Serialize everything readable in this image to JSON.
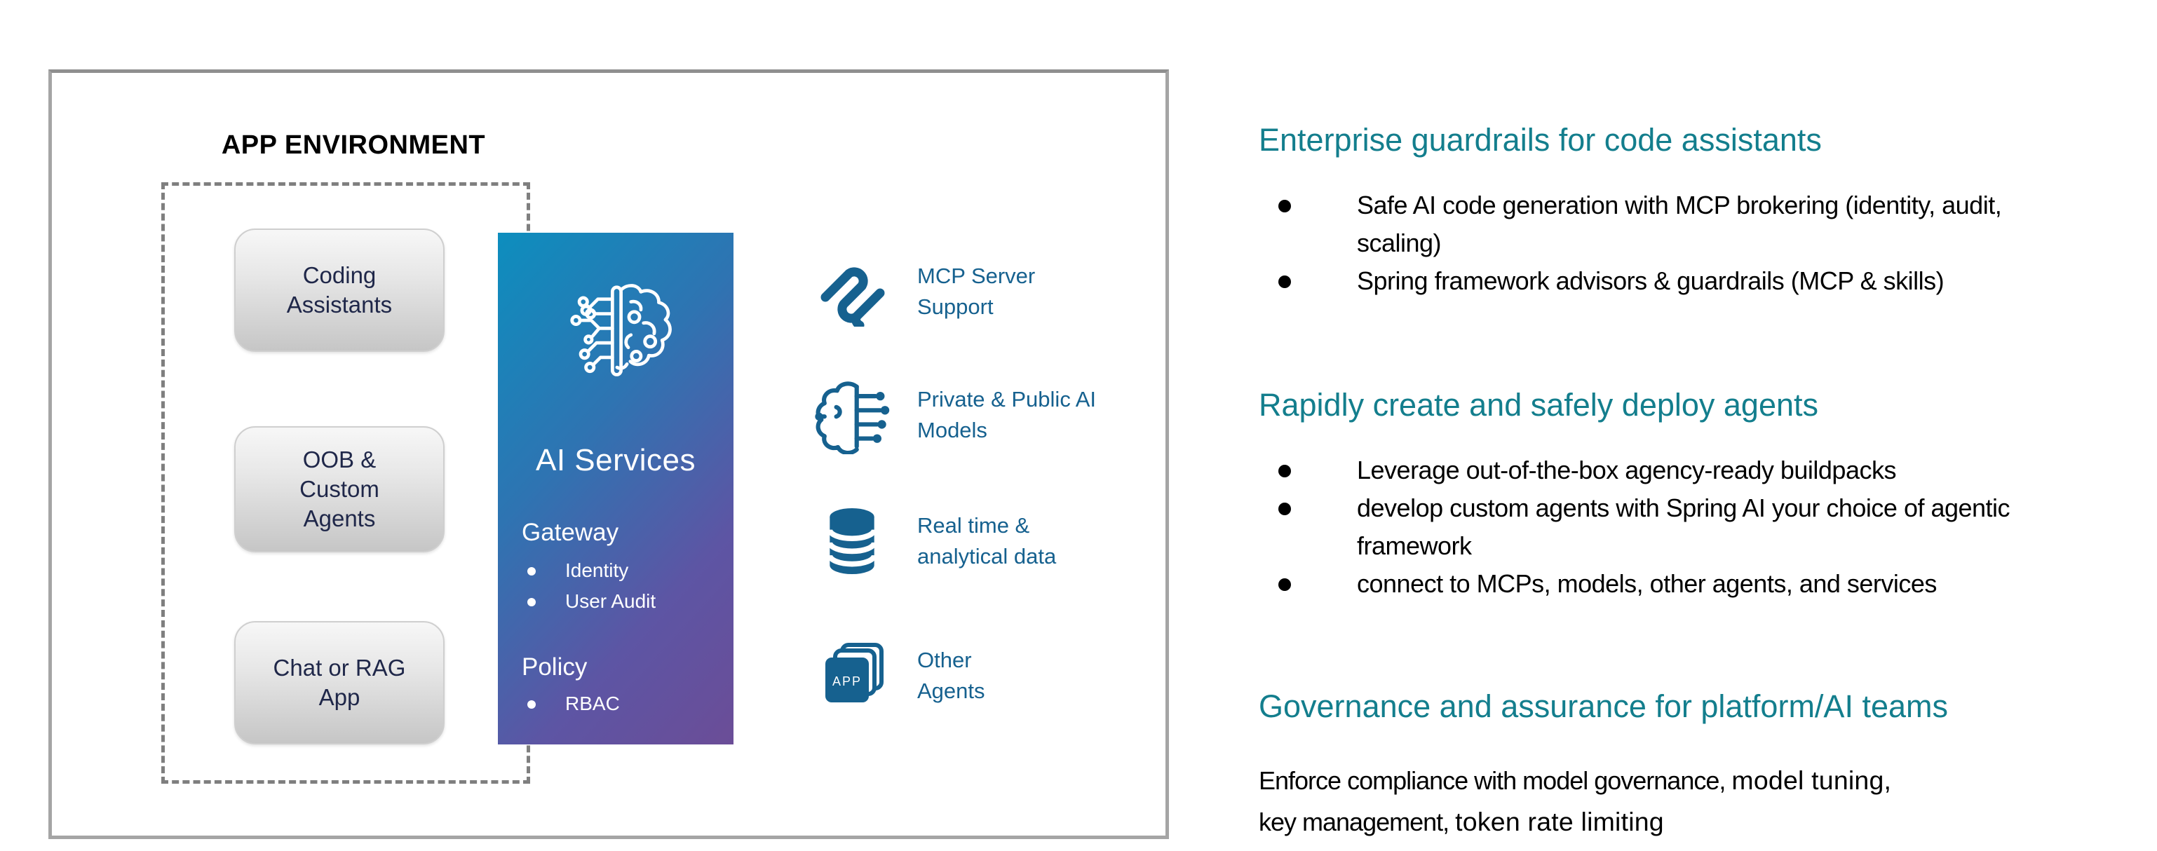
{
  "colors": {
    "heading_teal": "#137E8D",
    "icon_blue": "#16618F",
    "panel_gradient_start": "#0D8EBE",
    "panel_gradient_end": "#6B4D97",
    "box_text_navy": "#1F2749",
    "dashed_border_gray": "#7F7F7F",
    "card_border_gray": "#A5A5A5"
  },
  "diagram": {
    "app_environment": {
      "title": "APP ENVIRONMENT",
      "boxes": [
        "Coding\nAssistants",
        "OOB &\nCustom\nAgents",
        "Chat or RAG\nApp"
      ]
    },
    "ai_services": {
      "title": "AI Services",
      "icon": "brain-circuit-icon",
      "sections": [
        {
          "title": "Gateway",
          "items": [
            "Identity",
            "User Audit"
          ]
        },
        {
          "title": "Policy",
          "items": [
            "RBAC"
          ]
        }
      ]
    },
    "capabilities": [
      {
        "icon": "mcp-logo-icon",
        "label": "MCP Server\nSupport"
      },
      {
        "icon": "brain-models-icon",
        "label": "Private & Public AI\nModels"
      },
      {
        "icon": "database-icon",
        "label": "Real time &\nanalytical data"
      },
      {
        "icon": "stacked-apps-icon",
        "badge": "APP",
        "label": "Other\nAgents"
      }
    ]
  },
  "sections": [
    {
      "heading": "Enterprise guardrails for code assistants",
      "bullets": [
        "Safe AI code generation with MCP brokering (identity, audit, scaling)",
        "Spring framework advisors & guardrails (MCP & skills)"
      ]
    },
    {
      "heading": "Rapidly create and safely deploy agents",
      "bullets": [
        "Leverage out-of-the-box agency-ready buildpacks",
        "develop custom agents with Spring AI your choice of agentic framework",
        "connect to MCPs, models, other agents, and services"
      ]
    },
    {
      "heading": "Governance and assurance for platform/AI teams",
      "paragraph_lines": [
        [
          {
            "text": "Enforce compliance with model governance, ",
            "font": "narrow"
          },
          {
            "text": "model tuning,",
            "font": "regular"
          }
        ],
        [
          {
            "text": "key management, ",
            "font": "narrow"
          },
          {
            "text": "token rate limiting",
            "font": "regular"
          }
        ]
      ]
    }
  ]
}
